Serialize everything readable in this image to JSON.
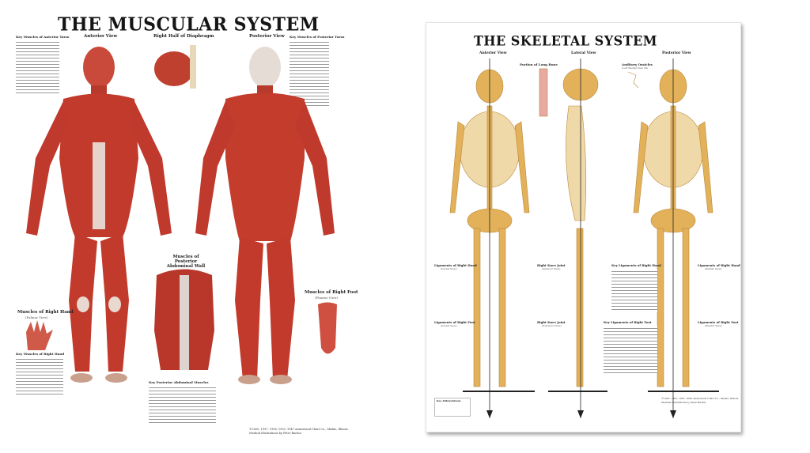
{
  "muscular": {
    "title": "THE MUSCULAR SYSTEM",
    "sections": {
      "key_anterior_torso": "Key Muscles of Anterior Torso",
      "anterior_view": "Anterior View",
      "diaphragm": "Right Half of Diaphragm",
      "posterior_view": "Posterior View",
      "key_posterior_torso": "Key Muscles of Posterior Torso",
      "right_hand": "Muscles of Right Hand",
      "right_hand_sub": "(Palmar View)",
      "key_right_hand": "Key Muscles of Right Hand",
      "posterior_abdominal": "Muscles of Posterior Abdominal Wall",
      "key_posterior_abdominal": "Key Posterior Abdominal Muscles",
      "right_foot": "Muscles of Right Foot",
      "right_foot_sub": "(Plantar View)"
    },
    "copyright": "©2000, 1997, 1996, 1993, 1947 Anatomical Chart Co., Skokie, Illinois.",
    "credit": "Medical illustrations by Peter Bachin"
  },
  "skeletal": {
    "title": "THE SKELETAL SYSTEM",
    "sections": {
      "anterior_view": "Anterior View",
      "long_bone": "Portion of Long Bone",
      "lateral_view": "Lateral View",
      "auditory_ossicles": "Auditory Ossicles",
      "ossicles_sub": "(Left Medial View 3X)",
      "posterior_view": "Posterior View",
      "lig_hand_dorsal": "Ligaments of Right Hand",
      "lig_hand_dorsal_sub": "(Dorsal View)",
      "knee_anterior": "Right Knee Joint",
      "knee_anterior_sub": "(Anterior View)",
      "key_lig_hand": "Key Ligaments of Right Hand",
      "lig_hand_palmar": "Ligaments of Right Hand",
      "lig_hand_palmar_sub": "(Palmar View)",
      "lig_foot_dorsal": "Ligaments of Right Foot",
      "lig_foot_dorsal_sub": "(Dorsal View)",
      "knee_posterior": "Right Knee Joint",
      "knee_posterior_sub": "(Posterior View)",
      "key_lig_foot": "Key Ligaments of Right Foot",
      "lig_foot_plantar": "Ligaments of Right Foot",
      "lig_foot_plantar_sub": "(Plantar View)",
      "abbreviations": "Key Abbreviations"
    },
    "copyright": "©1947, 1961, 1997, 2000 Anatomical Chart Co., Skokie, Illinois.",
    "credit": "Medical illustrations by Peter Bachin",
    "colors": {
      "bone": "#e2b15a",
      "muscle": "#c5392b"
    }
  }
}
